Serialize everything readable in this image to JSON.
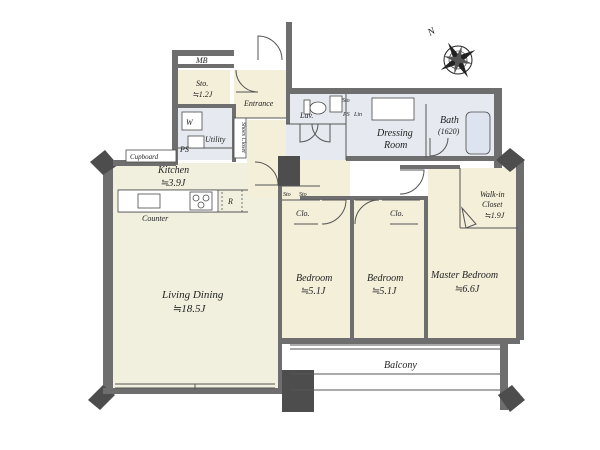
{
  "compass": {
    "label": "N",
    "icon": "compass-rose-icon"
  },
  "rooms": {
    "mb": "MB",
    "storage": {
      "name": "Sto.",
      "size": "≒1.2J"
    },
    "entrance": "Entrance",
    "washer": "W",
    "utility": "Utility",
    "ps_utility": "PS",
    "shoes_closet": "Shoes Closet",
    "lav": "Lav.",
    "sto_small": "Sto",
    "ps_lav": "PS",
    "lin": "Lin",
    "dressing_room_line1": "Dressing",
    "dressing_room_line2": "Room",
    "bath_line1": "Bath",
    "bath_line2": "(1620)",
    "cupboard": "Cupboard",
    "kitchen": {
      "name": "Kitchen",
      "size": "≒3.9J"
    },
    "refrigerator": "R",
    "counter": "Counter",
    "sto_hall_a": "Sto",
    "sto_hall_b": "Sto",
    "clo_1": "Clo.",
    "clo_2": "Clo.",
    "walk_in_closet_line1": "Walk-in",
    "walk_in_closet_line2": "Closet",
    "walk_in_closet_size": "≒1.9J",
    "living_dining": {
      "name": "Living Dining",
      "size": "≒18.5J"
    },
    "bedroom_1": {
      "name": "Bedroom",
      "size": "≒5.1J"
    },
    "bedroom_2": {
      "name": "Bedroom",
      "size": "≒5.1J"
    },
    "master_bedroom": {
      "name": "Master Bedroom",
      "size": "≒6.6J"
    },
    "balcony": "Balcony"
  },
  "colors": {
    "living_floor": "#f1f0df",
    "bedroom_floor": "#f4efd9",
    "wet_floor": "#e6eaf0",
    "balcony_floor": "#ffffff",
    "wall": "#6e6e6e"
  }
}
